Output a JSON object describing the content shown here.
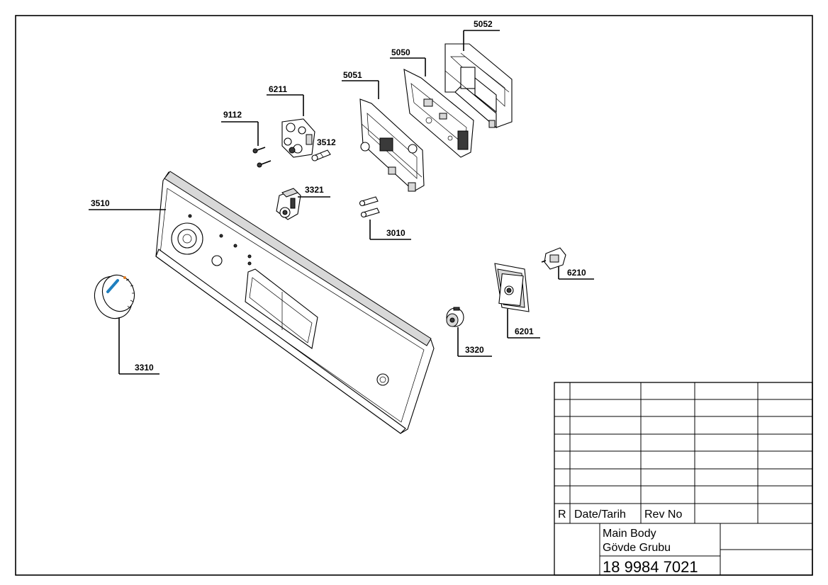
{
  "callouts": [
    {
      "id": "5052",
      "label": "5052"
    },
    {
      "id": "5050",
      "label": "5050"
    },
    {
      "id": "5051",
      "label": "5051"
    },
    {
      "id": "6211",
      "label": "6211"
    },
    {
      "id": "9112",
      "label": "9112"
    },
    {
      "id": "3512",
      "label": "3512"
    },
    {
      "id": "3321",
      "label": "3321"
    },
    {
      "id": "3010",
      "label": "3010"
    },
    {
      "id": "3510",
      "label": "3510"
    },
    {
      "id": "6210",
      "label": "6210"
    },
    {
      "id": "6201",
      "label": "6201"
    },
    {
      "id": "3320",
      "label": "3320"
    },
    {
      "id": "3310",
      "label": "3310"
    }
  ],
  "title_block": {
    "rev_col": "R",
    "date_col": "Date/Tarih",
    "revno_col": "Rev No",
    "name_en": "Main Body",
    "name_tr": "Gövde Grubu",
    "part_number": "18 9984 7021"
  },
  "colors": {
    "line": "#000000",
    "knob_indicator": "#1f7fbf",
    "knob_mark": "#e07a1f"
  }
}
